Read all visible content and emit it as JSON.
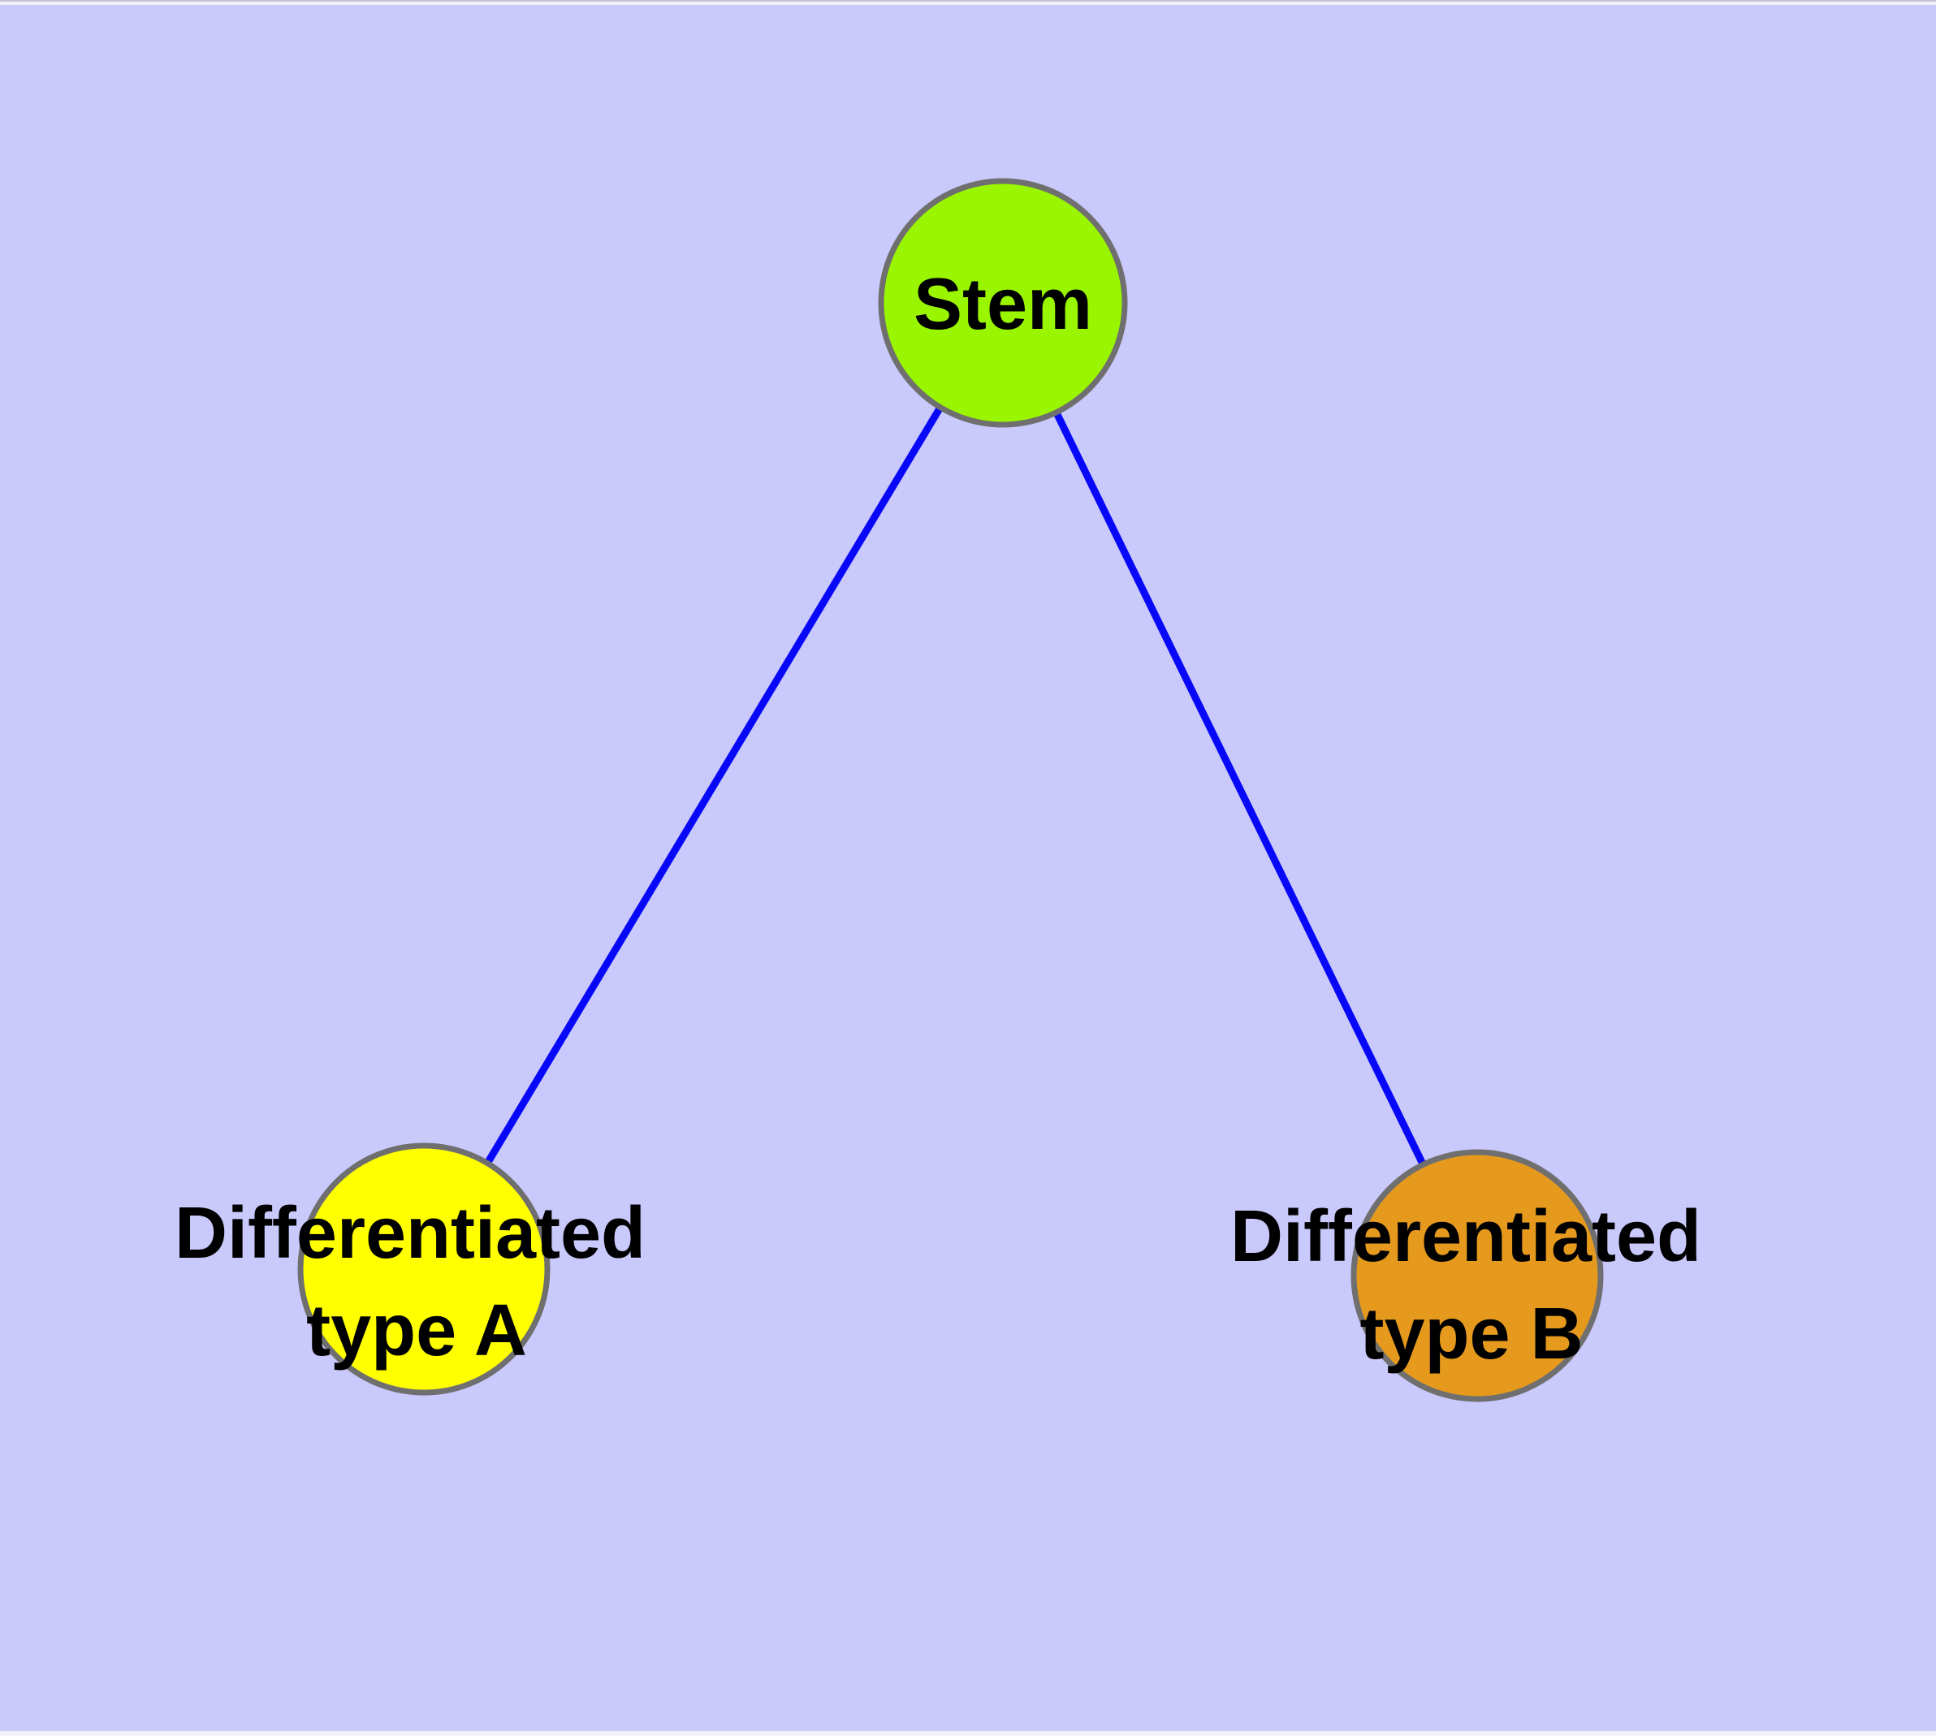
{
  "canvas": {
    "background_color": "#C9C9FB",
    "margin_color": "#F2F2FB",
    "top_edge_line_color": "#C2C2D6"
  },
  "diagram": {
    "type": "node-link-graph",
    "label_color": "#000000",
    "node_stroke_color": "#6F6F6F",
    "edge_color": "#0808F8",
    "nodes": [
      {
        "id": "stem",
        "label": "Stem",
        "lines": [
          "Stem"
        ],
        "fill": "#99F500",
        "stroke": "#6F6F6F"
      },
      {
        "id": "differentiated-type-a",
        "label": "Differentiated type A",
        "lines": [
          "Differentiated",
          "type A"
        ],
        "fill": "#FFFF00",
        "stroke": "#6F6F6F"
      },
      {
        "id": "differentiated-type-b",
        "label": "Differentiated type B",
        "lines": [
          "Differentiated",
          "type B"
        ],
        "fill": "#E69A1D",
        "stroke": "#6F6F6F"
      }
    ],
    "edges": [
      {
        "from": "stem",
        "to": "differentiated-type-a",
        "color": "#0808F8"
      },
      {
        "from": "stem",
        "to": "differentiated-type-b",
        "color": "#0808F8"
      }
    ]
  }
}
